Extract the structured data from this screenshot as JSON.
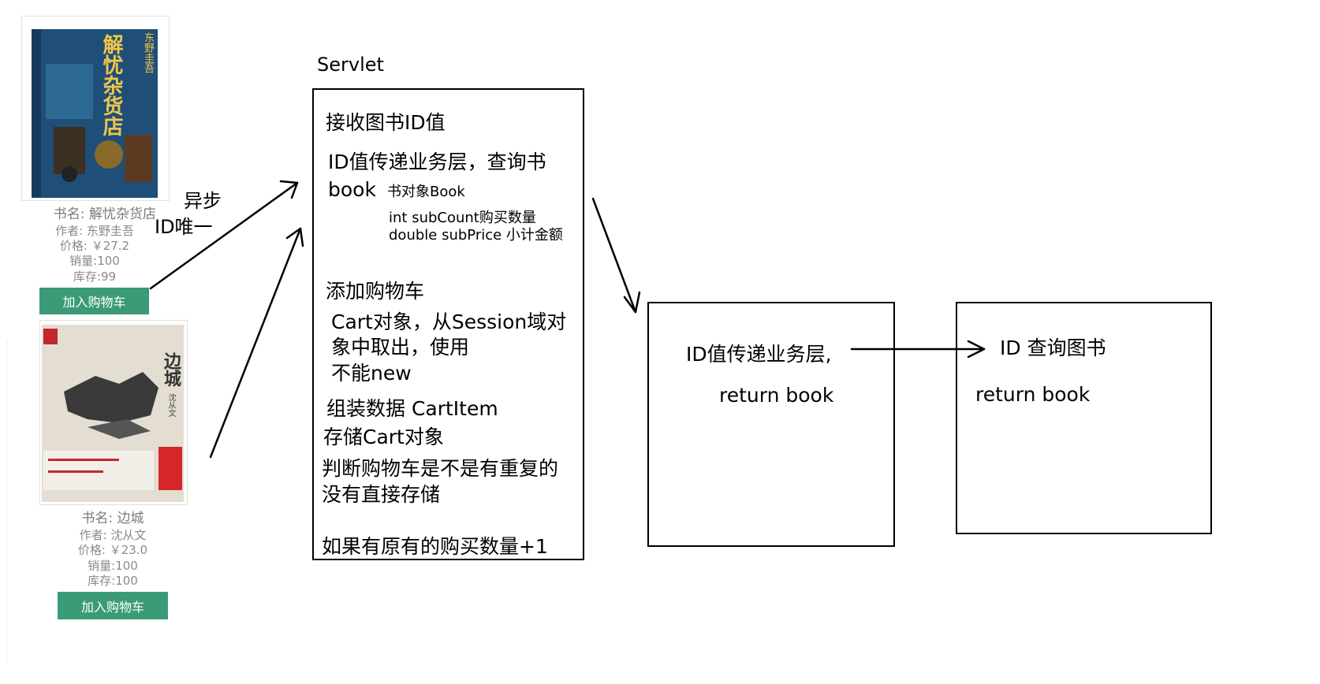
{
  "books": [
    {
      "cover_title": "解忧杂货店",
      "cover_author": "东野圭吾",
      "name": "书名: 解忧杂货店",
      "author": "作者: 东野圭吾",
      "price": "价格: ￥27.2",
      "sales": "销量:100",
      "stock": "库存:99",
      "button": "加入购物车"
    },
    {
      "cover_title": "边城",
      "cover_author": "沈从文",
      "name": "书名: 边城",
      "author": "作者: 沈从文",
      "price": "价格: ￥23.0",
      "sales": "销量:100",
      "stock": "库存:100",
      "button": "加入购物车"
    }
  ],
  "annotations": {
    "async": "异步",
    "id_unique": "ID唯一"
  },
  "servlet": {
    "title": "Servlet",
    "lines": {
      "receive_id": "接收图书ID值",
      "pass_id": "ID值传递业务层，查询书",
      "book": "book",
      "book_object": "书对象Book",
      "sub_count": "int subCount购买数量",
      "sub_price": "double subPrice 小计金额",
      "add_cart": "添加购物车",
      "cart_obj_1": "Cart对象，从Session域对",
      "cart_obj_2": "象中取出，使用",
      "cart_obj_3": "不能new",
      "assemble": "组装数据 CartItem",
      "store": "存储Cart对象",
      "judge": "判断购物车是不是有重复的",
      "no_store": "没有直接存储",
      "if_exists": "如果有原有的购买数量+1"
    }
  },
  "service": {
    "pass_id": "ID值传递业务层,",
    "return": "return book"
  },
  "dao": {
    "query": "ID 查询图书",
    "return": "return book"
  },
  "colors": {
    "button": "#3a9b76",
    "cover1": "#1f4f78",
    "cover2_band": "#d6262a"
  }
}
